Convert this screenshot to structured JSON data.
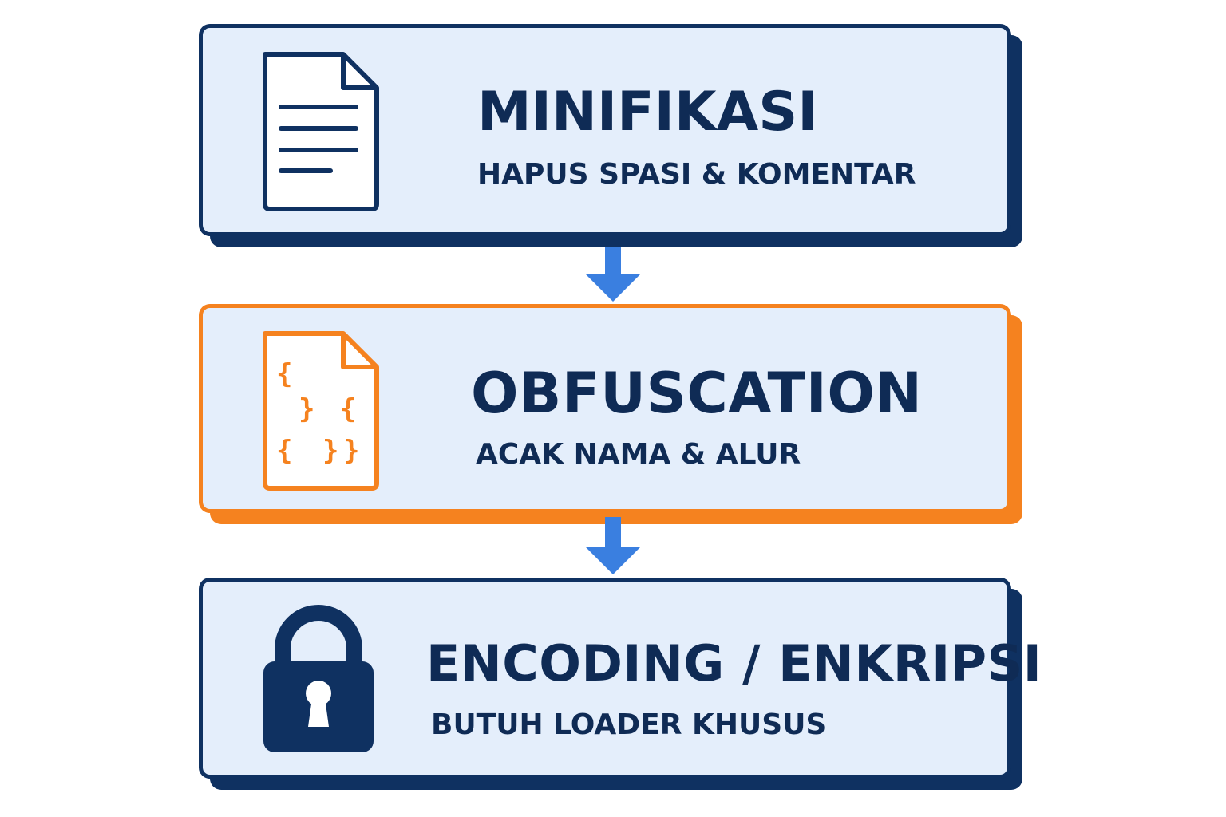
{
  "steps": [
    {
      "title": "MINIFIKASI",
      "subtitle": "HAPUS SPASI & KOMENTAR",
      "icon": "document-icon",
      "accent": "#0f3161"
    },
    {
      "title": "OBFUSCATION",
      "subtitle": "ACAK NAMA & ALUR",
      "icon": "code-file-icon",
      "accent": "#f5821f",
      "icon_glyphs": [
        "{",
        "}",
        "{",
        "{",
        "}",
        "}"
      ]
    },
    {
      "title": "ENCODING / ENKRIPSI",
      "subtitle": "BUTUH LOADER KHUSUS",
      "icon": "padlock-icon",
      "accent": "#0f3161"
    }
  ],
  "colors": {
    "navy": "#0f3161",
    "orange": "#f5821f",
    "card_fill": "#e4eefb",
    "arrow": "#3a7fe0",
    "text": "#0f2b55"
  }
}
